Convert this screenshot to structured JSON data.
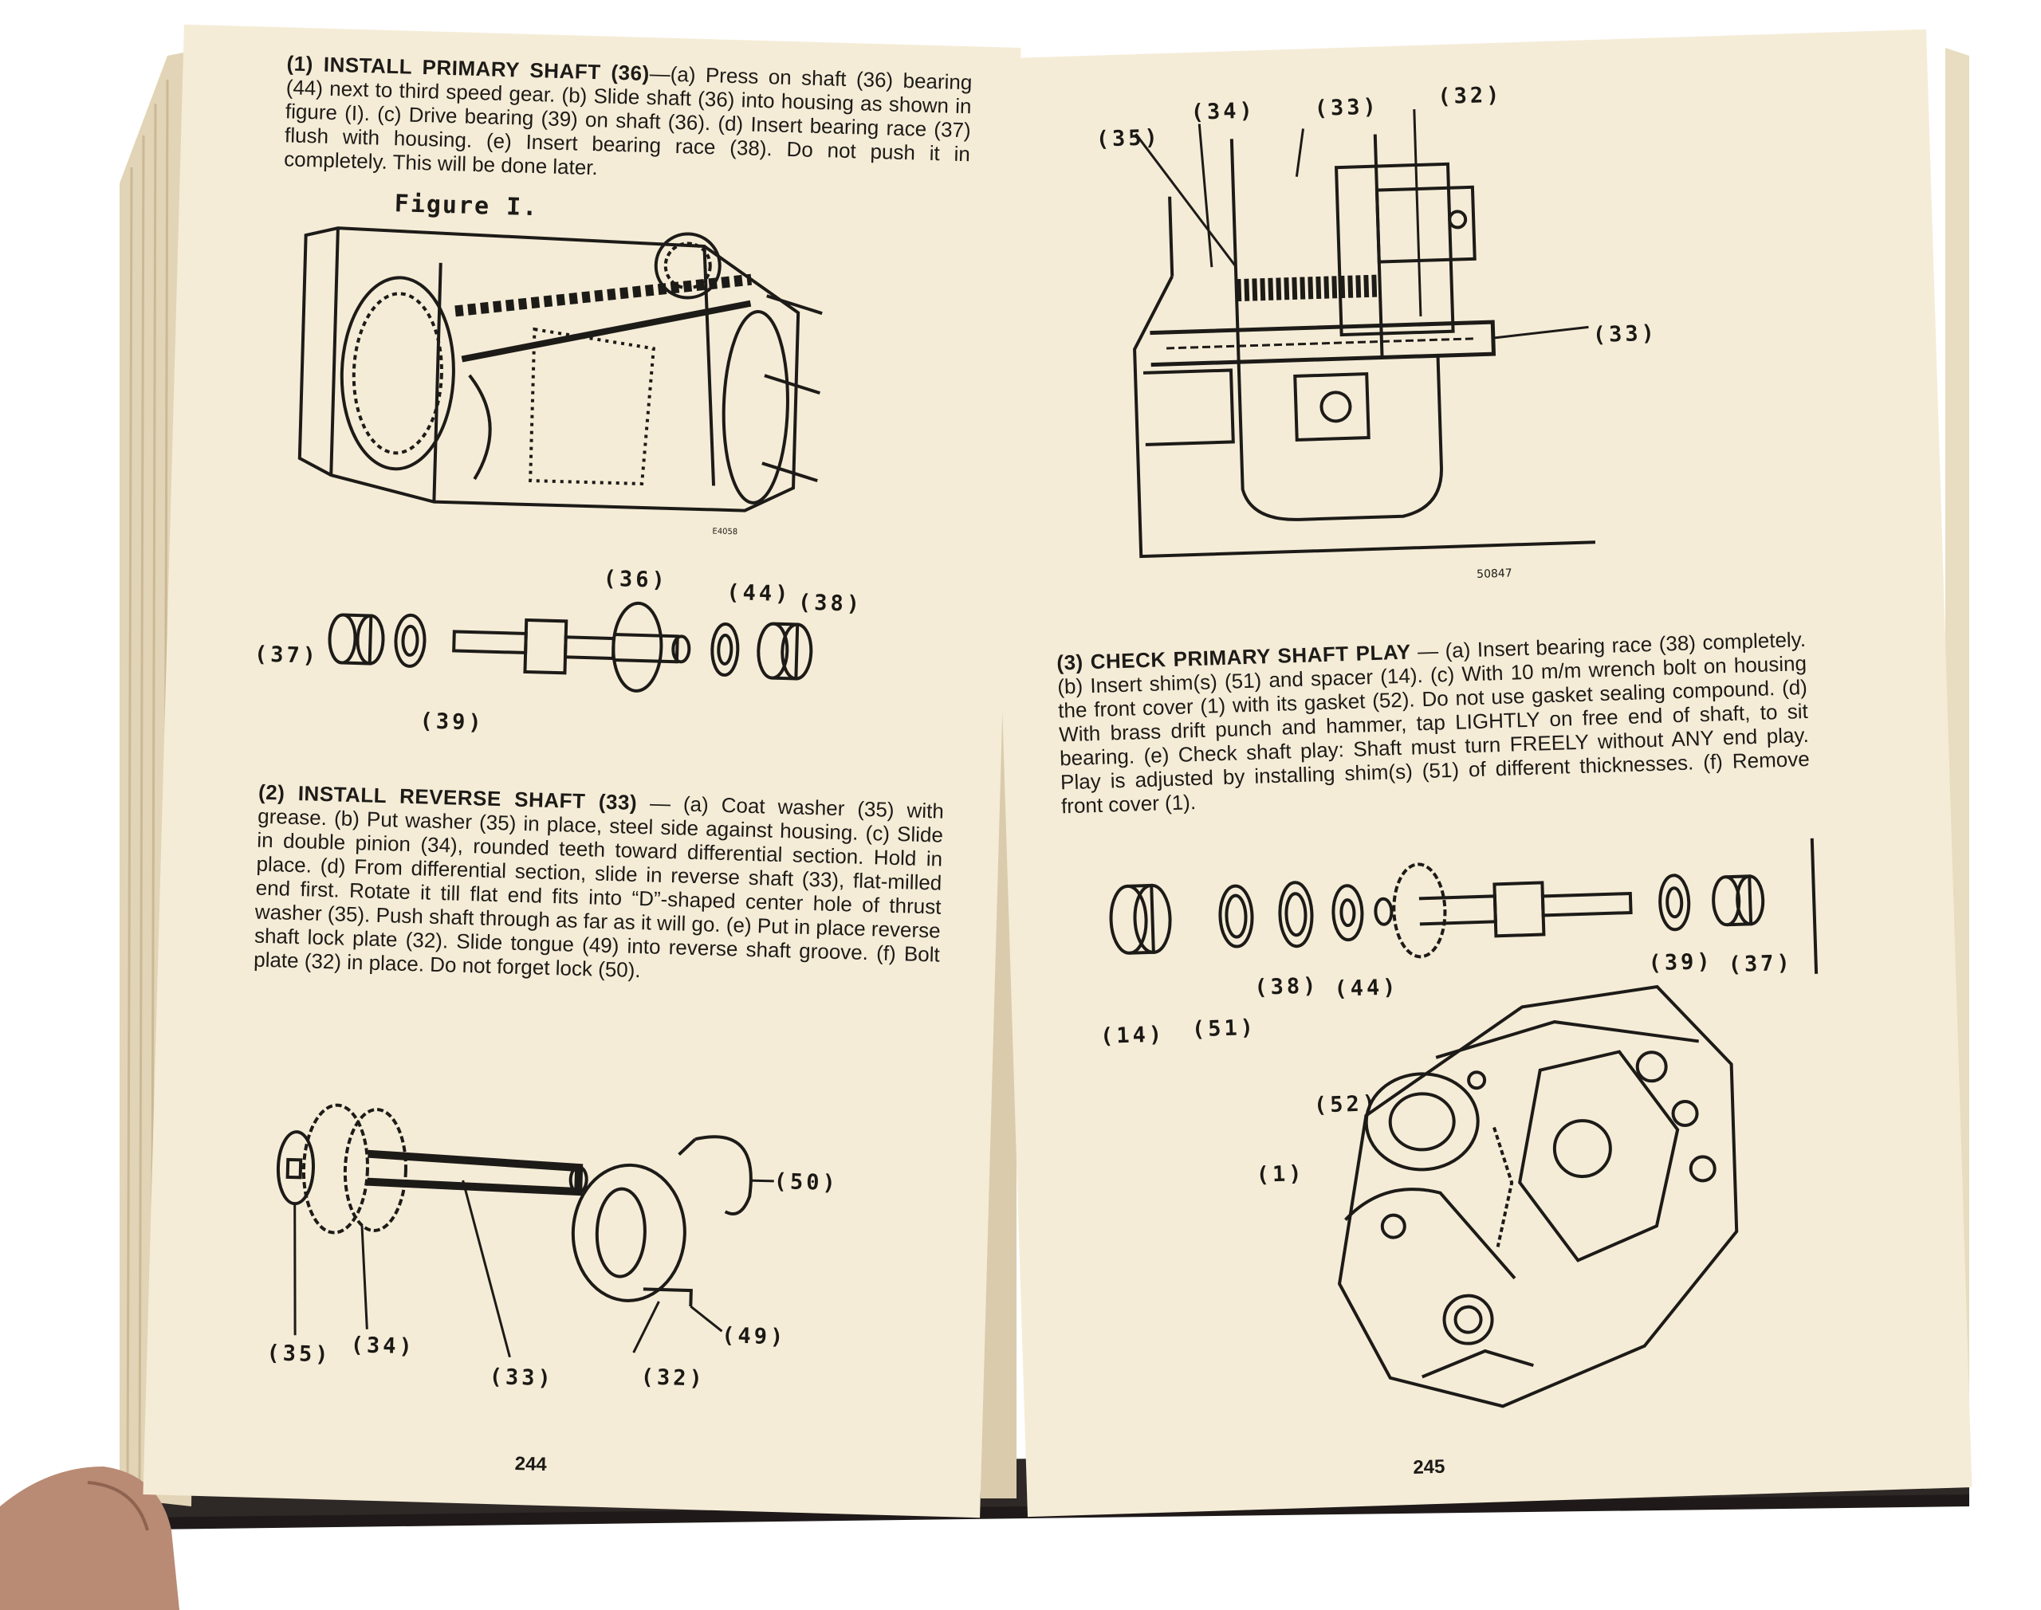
{
  "left_page": {
    "section1": {
      "heading": "(1) INSTALL PRIMARY SHAFT (36)",
      "body": "—(a) Press on shaft (36) bearing (44) next to third speed gear. (b) Slide shaft (36) into housing as shown in figure (I). (c) Drive bearing (39) on shaft (36). (d) Insert bearing race (37) flush with housing. (e) Insert bearing race (38). Do not push it in completely. This will be done later."
    },
    "figure_caption": "Figure I.",
    "figure_code": "E4058",
    "labels_shaft": [
      "(36)",
      "(44)",
      "(38)",
      "(37)",
      "(39)"
    ],
    "section2": {
      "heading": "(2) INSTALL REVERSE SHAFT (33)",
      "body": " — (a) Coat washer (35) with grease. (b) Put washer (35) in place, steel side against housing. (c) Slide in double pinion (34), rounded teeth toward differential section. Hold in place. (d) From differential section, slide in reverse shaft (33), flat-milled end first. Rotate it till flat end fits into “D”-shaped center hole of thrust washer (35). Push shaft through as far as it will go. (e) Put in place reverse shaft lock plate (32). Slide tongue (49) into reverse shaft groove. (f) Bolt plate (32) in place. Do not forget lock (50)."
    },
    "labels_reverse": [
      "(50)",
      "(35)",
      "(34)",
      "(33)",
      "(32)",
      "(49)"
    ],
    "page_number": "244"
  },
  "right_page": {
    "labels_section_view": [
      "(34)",
      "(33)",
      "(32)",
      "(35)",
      "(33)"
    ],
    "figure_code": "50847",
    "section3": {
      "heading": "(3) CHECK PRIMARY SHAFT PLAY",
      "body": " — (a) Insert bearing race (38) completely. (b) Insert shim(s) (51) and spacer (14). (c) With 10 m/m wrench bolt on housing the front cover (1) with its gasket (52). Do not use gasket sealing compound. (d) With brass drift punch and hammer, tap LIGHTLY on free end of shaft, to sit bearing. (e) Check shaft play: Shaft must turn FREELY without ANY end play. Play is adjusted by installing shim(s) (51) of different thicknesses. (f) Remove front cover (1)."
    },
    "labels_parts": [
      "(14)",
      "(51)",
      "(38)",
      "(44)",
      "(39)",
      "(37)"
    ],
    "labels_cover": [
      "(52)",
      "(1)"
    ],
    "page_number": "245"
  },
  "colors": {
    "page": "#f5ecd7",
    "ink": "#1c1a17",
    "background": "#ffffff",
    "cover": "#3a3230"
  }
}
